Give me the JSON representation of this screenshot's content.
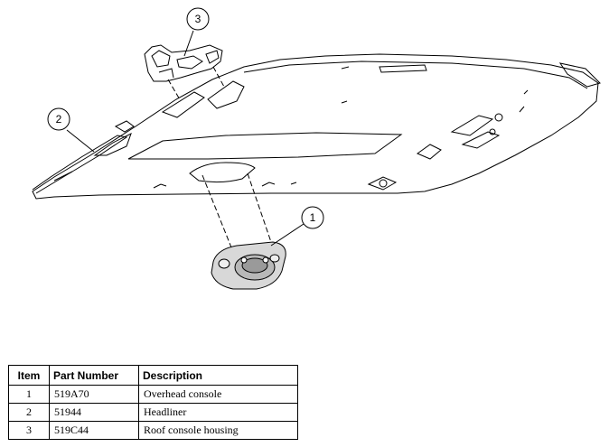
{
  "callouts": [
    {
      "label": "1"
    },
    {
      "label": "2"
    },
    {
      "label": "3"
    }
  ],
  "parts_table": {
    "headers": [
      "Item",
      "Part Number",
      "Description"
    ],
    "rows": [
      {
        "item": "1",
        "part_number": "519A70",
        "description": "Overhead console"
      },
      {
        "item": "2",
        "part_number": "51944",
        "description": "Headliner"
      },
      {
        "item": "3",
        "part_number": "519C44",
        "description": "Roof console housing"
      }
    ]
  }
}
